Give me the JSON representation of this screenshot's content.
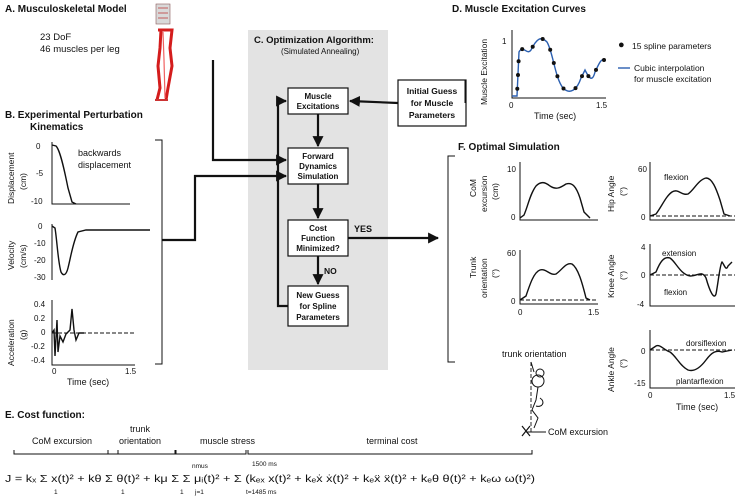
{
  "panel_a": {
    "title": "A. Musculoskeletal Model",
    "dof": "23 DoF",
    "muscles": "46 muscles per leg"
  },
  "panel_b": {
    "title_line1": "B. Experimental  Perturbation",
    "title_line2": "Kinematics",
    "annotation_line1": "backwards",
    "annotation_line2": "displacement",
    "xlabel": "Time (sec)",
    "plots": [
      {
        "ylabel": [
          "Displacement",
          "(cm)"
        ],
        "ticks": [
          "0",
          "-5",
          "-10"
        ]
      },
      {
        "ylabel": [
          "Velocity",
          "(cm/s)"
        ],
        "ticks": [
          "0",
          "-10",
          "-20",
          "-30"
        ]
      },
      {
        "ylabel": [
          "Acceleration",
          "(g)"
        ],
        "ticks": [
          "0.4",
          "0.2",
          "0",
          "-0.2",
          "-0.4"
        ]
      }
    ],
    "xticks": [
      "0",
      "1.5"
    ]
  },
  "panel_c": {
    "title": "C. Optimization Algorithm:",
    "subtitle": "(Simulated Annealing)",
    "box_excitations": [
      "Muscle",
      "Excitations"
    ],
    "box_forward": [
      "Forward",
      "Dynamics",
      "Simulation"
    ],
    "box_cost": [
      "Cost",
      "Function",
      "Minimized?"
    ],
    "box_newguess": [
      "New Guess",
      "for Spline",
      "Parameters"
    ],
    "box_initial": [
      "Initial Guess",
      "for Muscle",
      "Parameters"
    ],
    "yes": "YES",
    "no": "NO"
  },
  "panel_d": {
    "title": "D. Muscle Excitation Curves",
    "ylabel": "Muscle Excitation",
    "xlabel": "Time (sec)",
    "ytick_top": "1",
    "xticks": [
      "0",
      "1.5"
    ],
    "legend_points": "15 spline parameters",
    "legend_line1": "Cubic interpolation",
    "legend_line2": "for muscle excitation",
    "line_color": "#2b5fb0"
  },
  "panel_f": {
    "title": "F. Optimal Simulation",
    "com": {
      "ylabel": [
        "CoM",
        "excursion",
        "(cm)"
      ],
      "ticks": [
        "10",
        "0"
      ]
    },
    "trunk": {
      "ylabel": [
        "Trunk",
        "orientation",
        "(°)"
      ],
      "ticks": [
        "60",
        "0"
      ],
      "xticks": [
        "0",
        "1.5"
      ]
    },
    "hip": {
      "ylabel": [
        "Hip Angle",
        "(°)"
      ],
      "ticks": [
        "60",
        "0"
      ],
      "annotation": "flexion"
    },
    "knee": {
      "ylabel": [
        "Knee Angle",
        "(°)"
      ],
      "ticks": [
        "4",
        "0",
        "-4"
      ],
      "annotation_top": "extension",
      "annotation_bottom": "flexion"
    },
    "ankle": {
      "ylabel": [
        "Ankle Angle",
        "(°)"
      ],
      "ticks": [
        "0",
        "-15"
      ],
      "annotation_top": "dorsiflexion",
      "annotation_bottom": "plantarflexion",
      "xticks": [
        "0",
        "1.5"
      ],
      "xlabel": "Time (sec)"
    },
    "trunk_label": "trunk orientation",
    "com_label": "CoM excursion"
  },
  "panel_e": {
    "title": "E. Cost function:",
    "term_com": "CoM excursion",
    "term_trunk_line1": "trunk",
    "term_trunk_line2": "orientation",
    "term_muscle": "muscle stress",
    "term_terminal": "terminal cost",
    "formula": "J = kₓ Σ x(t)² + kθ Σ θ(t)² + kμ Σ Σ μᵢ(t)² + Σ (kₑₓ x(t)² + kₑẋ ẋ(t)² + kₑẍ ẍ(t)² + kₑθ θ(t)² + kₑω ω(t)²)",
    "sum_limits": {
      "top_last": "1500 ms",
      "bottom_last": "t=1485 ms",
      "nmus": "nmus",
      "one": "1",
      "j1": "j=1"
    }
  }
}
